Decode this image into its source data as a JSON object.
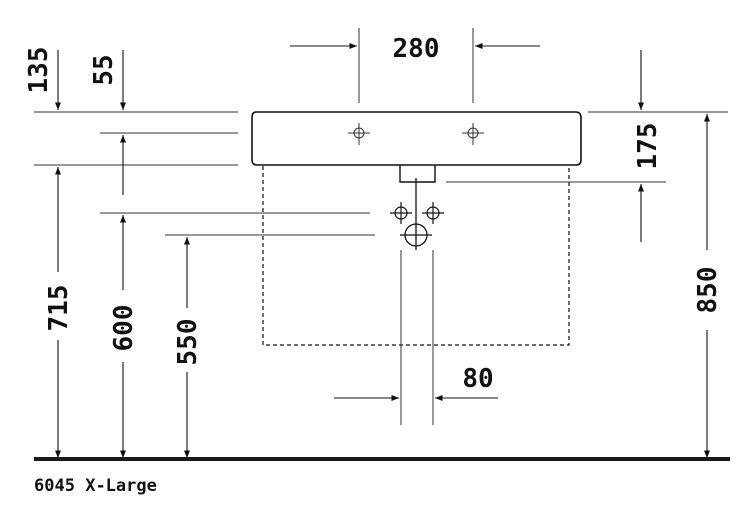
{
  "dimensions": {
    "tap_hole_spacing": "280",
    "top_offset_left": "135",
    "top_offset_inner": "55",
    "basin_depth_to_drain": "175",
    "floor_to_top": "850",
    "floor_to_underside": "715",
    "floor_to_water_supply": "600",
    "floor_to_waste_outlet": "550",
    "pipe_spacing": "80"
  },
  "caption": {
    "model_number": "6045",
    "size_label": "X-Large"
  },
  "colors": {
    "line": "#111111",
    "thin_line": "#333333",
    "floor": "#1a1a1a",
    "background": "#ffffff"
  }
}
